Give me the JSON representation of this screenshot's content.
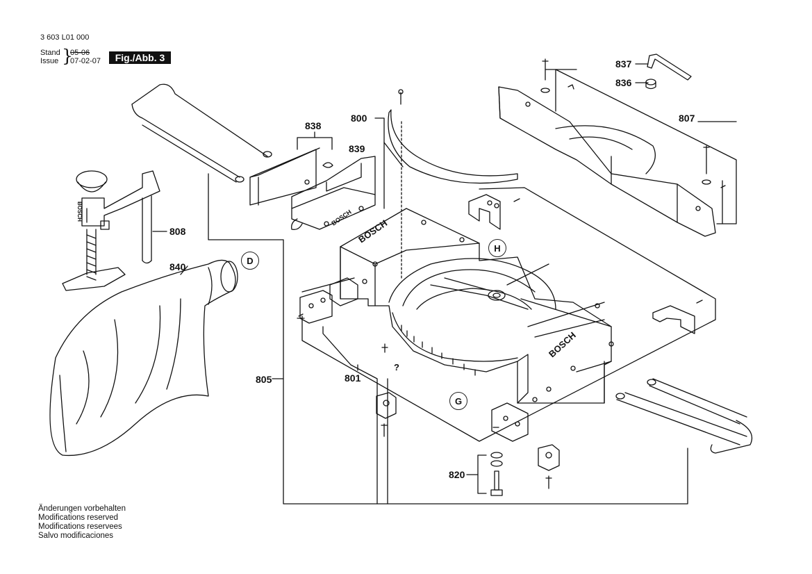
{
  "header": {
    "drawing_number": "3 603 L01 000",
    "stand_label": "Stand",
    "issue_label": "Issue",
    "stand_date": "05-06",
    "issue_date": "07-02-07",
    "figure_label": "Fig./Abb. 3"
  },
  "notes": [
    "Änderungen vorbehalten",
    "Modifications reserved",
    "Modifications reservees",
    "Salvo modificaciones"
  ],
  "part_numbers": {
    "p800": "800",
    "p801": "801",
    "p805": "805",
    "p807": "807",
    "p808": "808",
    "p820": "820",
    "p836": "836",
    "p837": "837",
    "p838": "838",
    "p839": "839",
    "p840": "840"
  },
  "callouts": {
    "d": "D",
    "g": "G",
    "h": "H",
    "question": "?"
  },
  "brand": {
    "logo_text": "BOSCH"
  }
}
